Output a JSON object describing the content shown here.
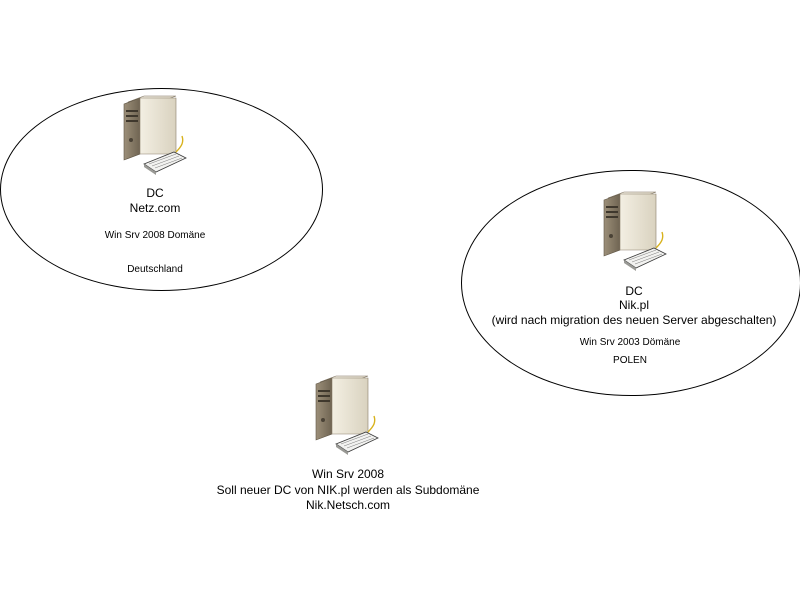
{
  "germany": {
    "role": "DC",
    "domain": "Netz.com",
    "os": "Win Srv 2008 Domäne",
    "country": "Deutschland"
  },
  "poland": {
    "role": "DC",
    "domain": "Nik.pl",
    "note": "(wird nach migration des neuen Server abgeschalten)",
    "os": "Win Srv 2003 Dömäne",
    "country": "POLEN"
  },
  "new_server": {
    "os": "Win Srv 2008",
    "note": "Soll neuer DC von NIK.pl werden als Subdomäne",
    "domain": "Nik.Netsch.com"
  },
  "icons": {
    "server": "server-tower-icon"
  }
}
